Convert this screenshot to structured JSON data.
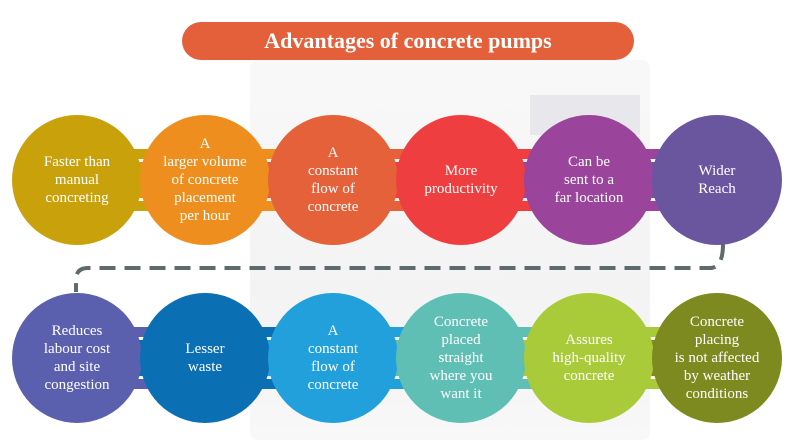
{
  "title": "Advantages of concrete pumps",
  "colors": {
    "title_bg": "#e4603a",
    "connector": "#5e6a6b"
  },
  "top_row": [
    {
      "label": "Faster than manual concreting",
      "lines": [
        "Faster than",
        "manual",
        "concreting"
      ],
      "color": "#c9a10b"
    },
    {
      "label": "A larger volume of concrete placement per hour",
      "lines": [
        "A",
        "larger volume",
        "of concrete",
        "placement",
        "per hour"
      ],
      "color": "#ee8e1e"
    },
    {
      "label": "A constant flow of concrete",
      "lines": [
        "A",
        "constant",
        "flow of",
        "concrete"
      ],
      "color": "#e4613a"
    },
    {
      "label": "More productivity",
      "lines": [
        "More",
        "productivity"
      ],
      "color": "#ef3e3f"
    },
    {
      "label": "Can be sent to a far location",
      "lines": [
        "Can be",
        "sent to a",
        "far location"
      ],
      "color": "#9b449b"
    },
    {
      "label": "Wider Reach",
      "lines": [
        "Wider",
        "Reach"
      ],
      "color": "#6a569f"
    }
  ],
  "bottom_row": [
    {
      "label": "Reduces labour cost and site congestion",
      "lines": [
        "Reduces",
        "labour cost",
        "and site",
        "congestion"
      ],
      "color": "#5a60ad"
    },
    {
      "label": "Lesser waste",
      "lines": [
        "Lesser",
        "waste"
      ],
      "color": "#0b6fb3"
    },
    {
      "label": "A constant flow of concrete",
      "lines": [
        "A",
        "constant",
        "flow of",
        "concrete"
      ],
      "color": "#22a0dc"
    },
    {
      "label": "Concrete placed straight where you want it",
      "lines": [
        "Concrete",
        "placed",
        "straight",
        "where you",
        "want it"
      ],
      "color": "#5fbfb5"
    },
    {
      "label": "Assures high-quality concrete",
      "lines": [
        "Assures",
        "high-quality",
        "concrete"
      ],
      "color": "#a9cb3a"
    },
    {
      "label": "Concrete placing is not affected by weather conditions",
      "lines": [
        "Concrete",
        "placing",
        "is not affected",
        "by weather",
        "conditions"
      ],
      "color": "#7c8a1f"
    }
  ]
}
